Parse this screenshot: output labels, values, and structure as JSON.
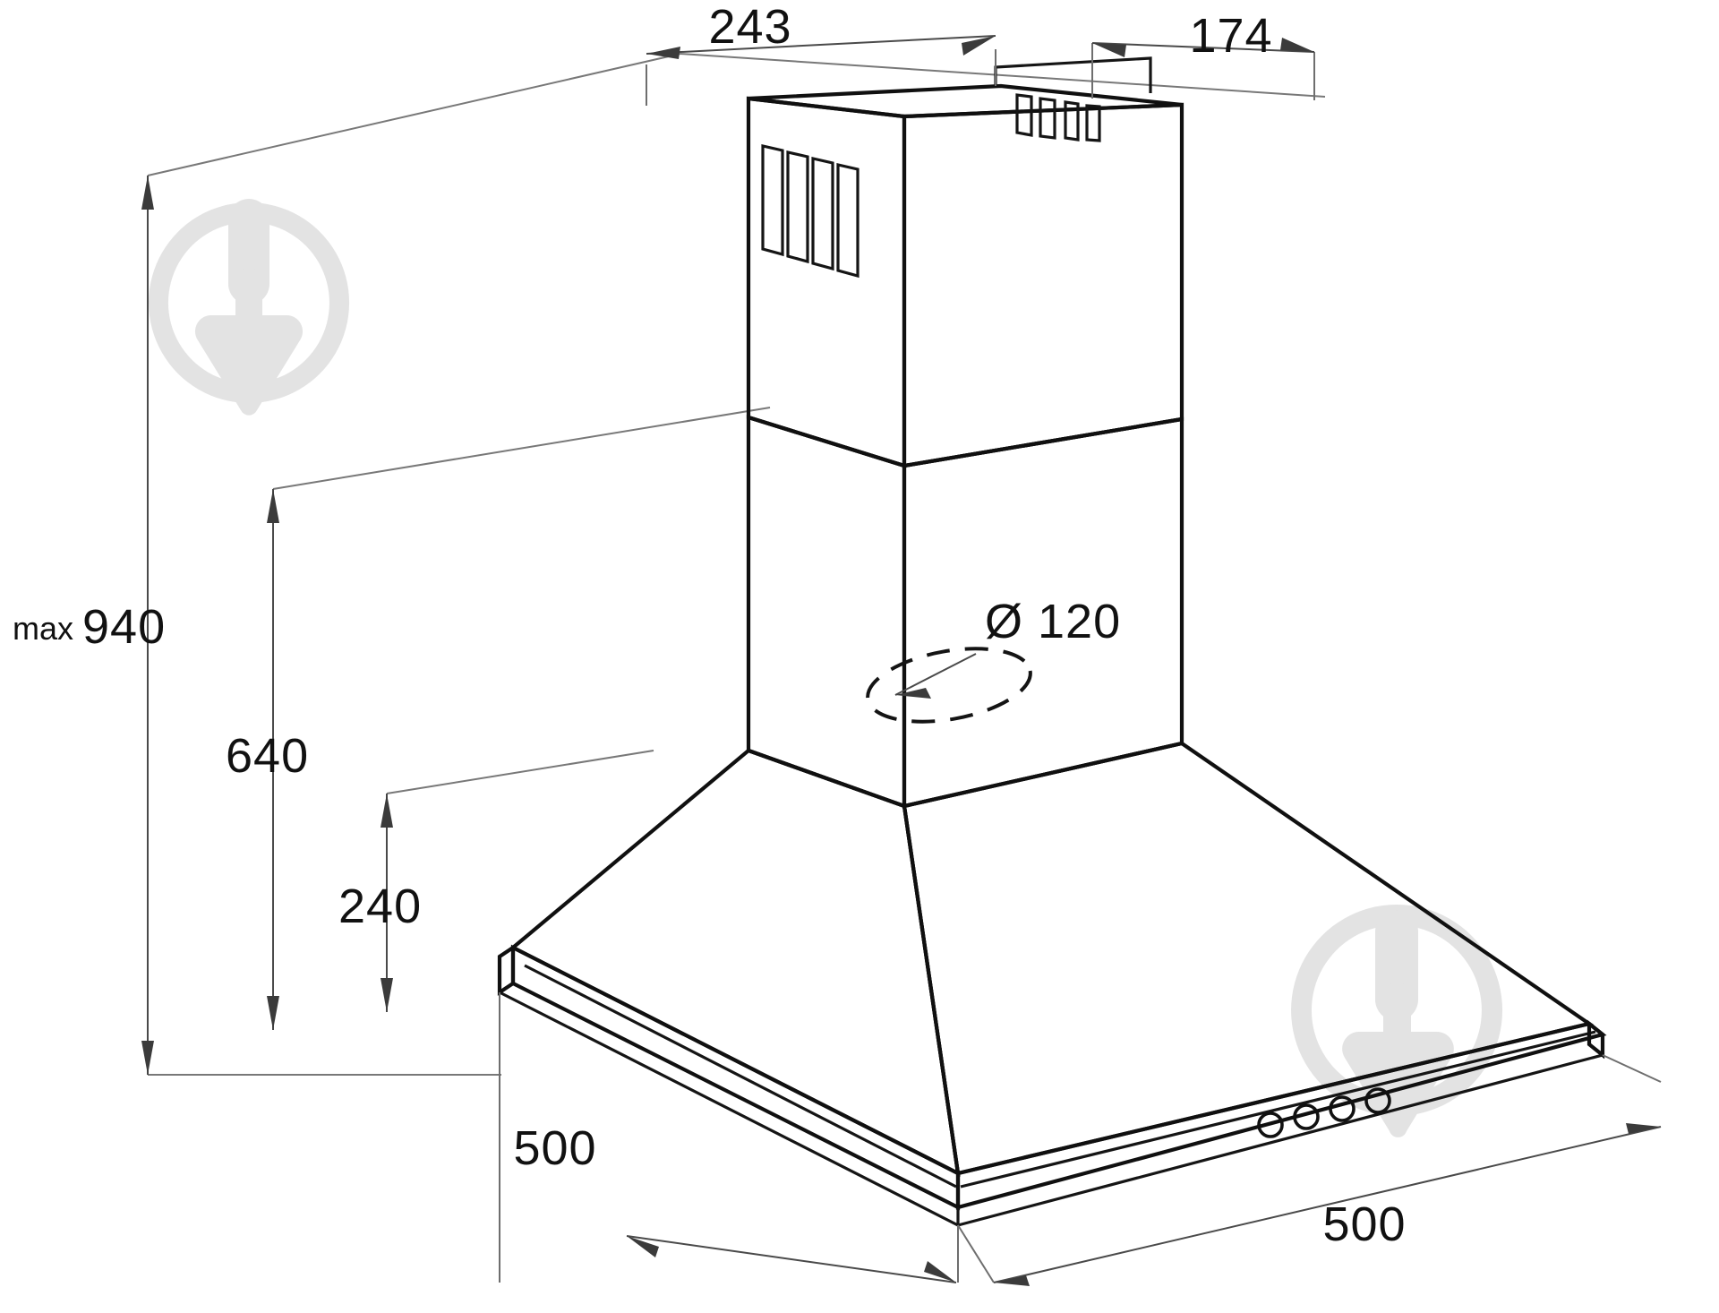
{
  "document": {
    "title": "Cooker hood dimensional drawing",
    "type": "technical-line-drawing",
    "units": "mm",
    "background_color": "#ffffff",
    "line_color": "#101010",
    "dimension_line_color": "#4a4a4a",
    "watermark_color": "#e3e3e3"
  },
  "dimensions": {
    "chimney_top_width": "243",
    "chimney_top_depth": "174",
    "total_height_max_prefix": "max",
    "total_height_max": "940",
    "height_mid": "640",
    "height_canopy": "240",
    "outlet_symbol": "Ø 120",
    "width_front": "500",
    "depth_side": "500"
  },
  "labels": [
    {
      "id": "dim-243",
      "text": "243",
      "note": "chimney upper width, top horizontal dimension"
    },
    {
      "id": "dim-174",
      "text": "174",
      "note": "chimney upper depth, top-right horizontal dimension"
    },
    {
      "id": "dim-940",
      "text": "940",
      "prefix": "max",
      "note": "maximum overall height, far-left vertical dimension"
    },
    {
      "id": "dim-640",
      "text": "640",
      "note": "height from canopy bottom to chimney step"
    },
    {
      "id": "dim-240",
      "text": "240",
      "note": "canopy height"
    },
    {
      "id": "dim-d120",
      "text": "Ø 120",
      "note": "air outlet diameter on chimney face"
    },
    {
      "id": "dim-500-left",
      "text": "500",
      "note": "hood depth dimension, lower-left"
    },
    {
      "id": "dim-500-right",
      "text": "500",
      "note": "hood width dimension, lower-right"
    }
  ],
  "features": {
    "vent_slots_front_count": 4,
    "vent_slots_rear_count": 4,
    "control_buttons_count": 4,
    "outlet_shape": "dashed-ellipse",
    "watermark_count": 2
  }
}
